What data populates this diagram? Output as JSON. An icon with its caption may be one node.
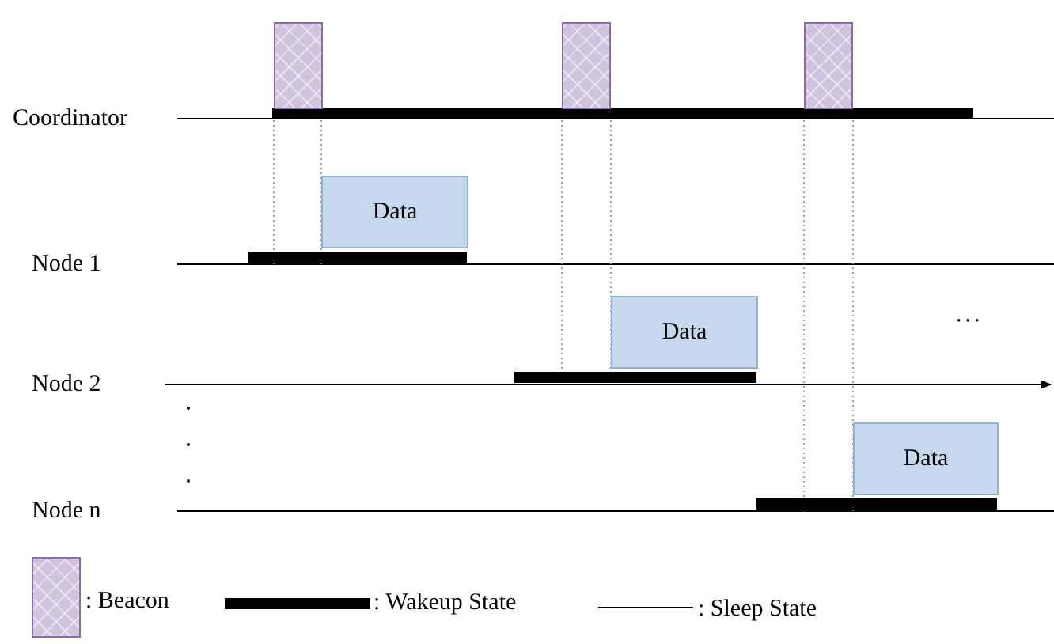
{
  "diagram": {
    "nodes": [
      {
        "text": [],
        "shape": "box"
      },
      {
        "text": [],
        "shape": "box"
      },
      {
        "text": [],
        "shape": "box"
      },
      {
        "text": [
          "Data"
        ]
      },
      {
        "text": [
          "Data"
        ]
      },
      {
        "text": [
          "Data"
        ]
      }
    ],
    "labels": [
      "Coordinator",
      "Node 1",
      "...",
      "Node 2",
      "Node n"
    ],
    "legend": [
      {
        "text": ": Beacon"
      },
      {
        "text": ": Wakeup State"
      },
      {
        "text": ": Sleep State"
      }
    ]
  }
}
